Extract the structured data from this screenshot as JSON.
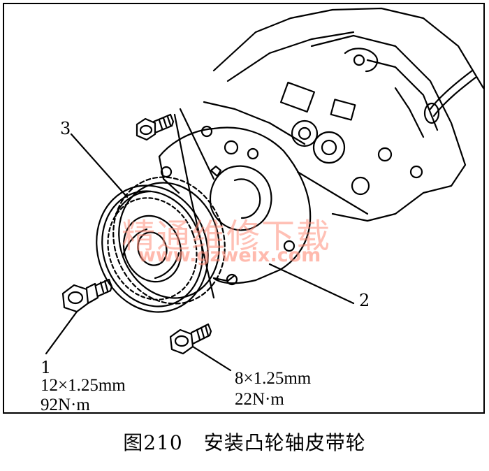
{
  "figure": {
    "callouts": {
      "part1": "1",
      "part2": "2",
      "part3": "3"
    },
    "specs": {
      "bolt1_size": "12×1.25mm",
      "bolt1_torque": "92N·m",
      "bolt2_size": "8×1.25mm",
      "bolt2_torque": "22N·m"
    },
    "watermark": {
      "text_cn": "精通维修下载",
      "url": "www.gzweix.com",
      "color": "#ff8c78"
    }
  },
  "caption": {
    "number": "图210",
    "title": "安装凸轮轴皮带轮"
  }
}
